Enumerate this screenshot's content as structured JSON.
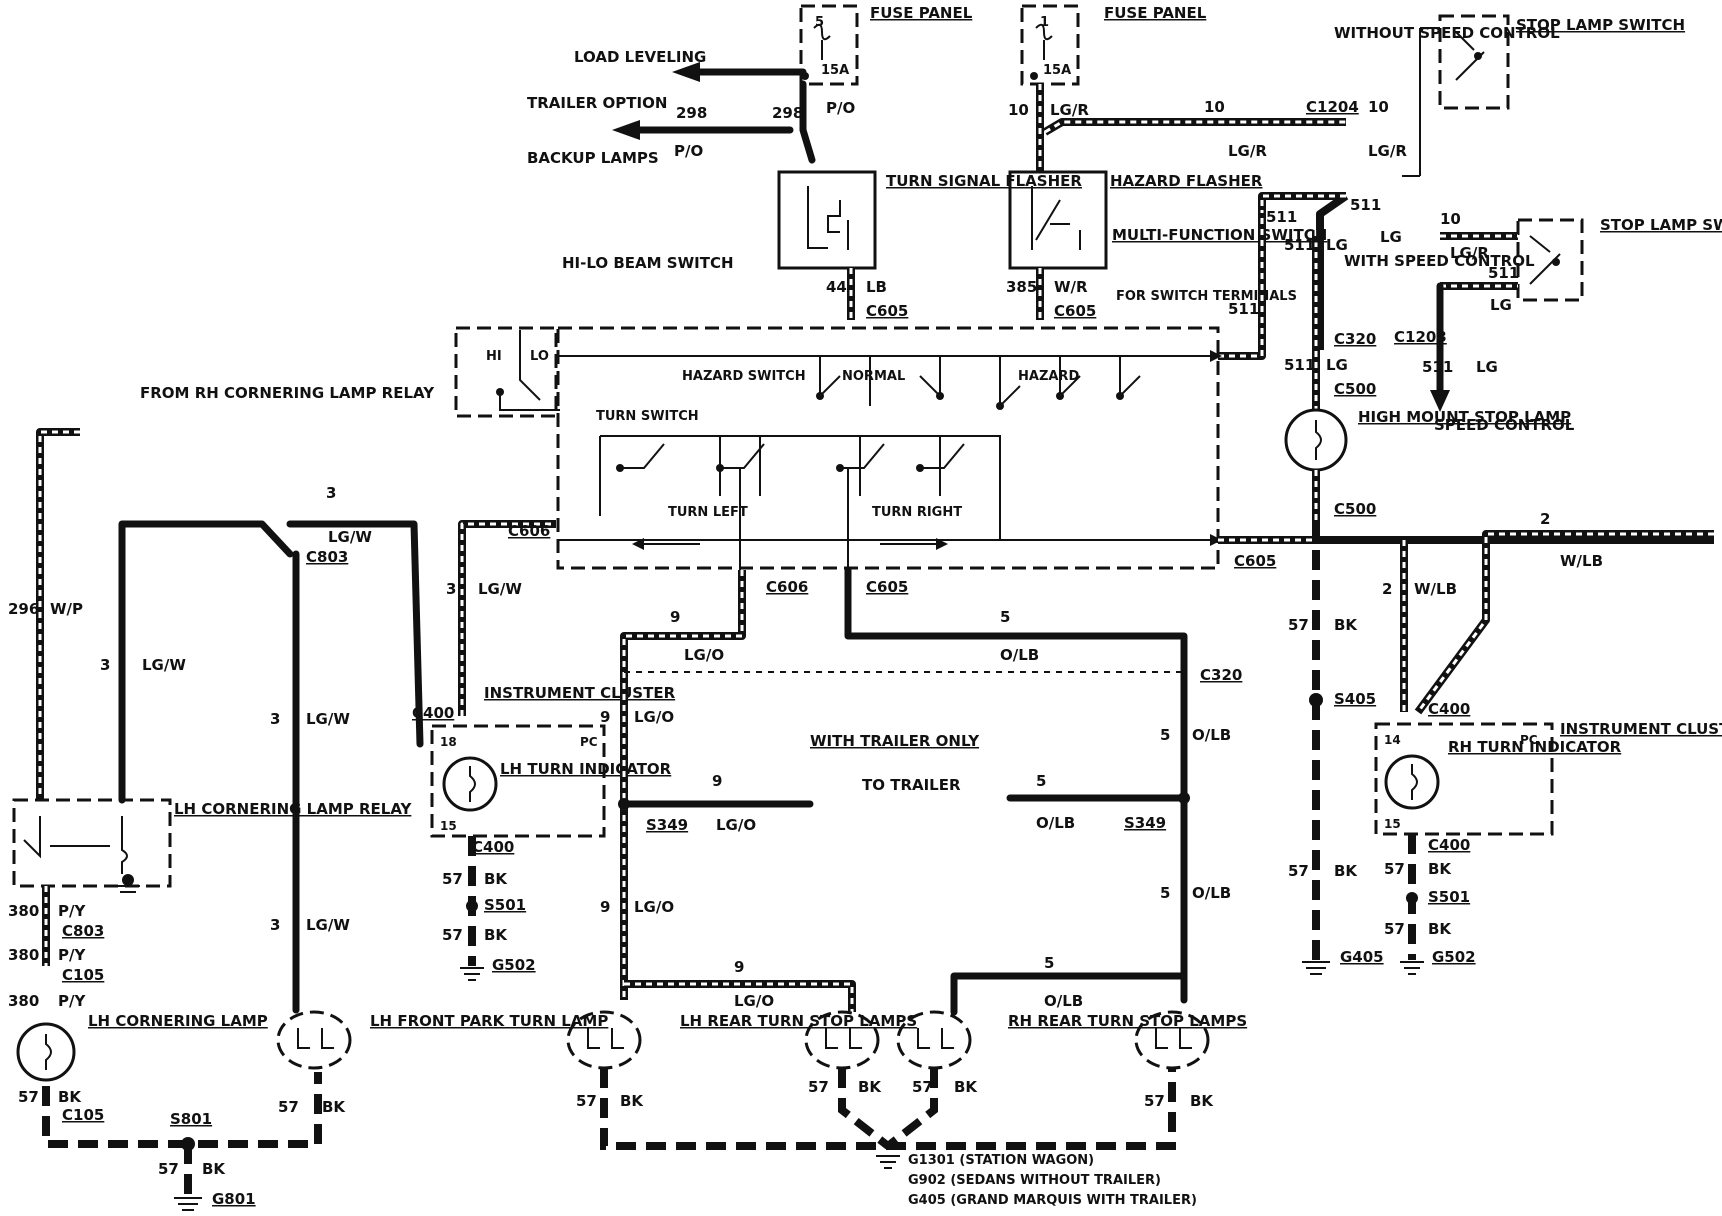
{
  "components": {
    "fuse_panel_1": {
      "label": "FUSE PANEL",
      "fuse": "5",
      "rating": "15A"
    },
    "fuse_panel_2": {
      "label": "FUSE PANEL",
      "fuse": "1",
      "rating": "15A"
    },
    "load_leveling": "LOAD LEVELING",
    "trailer_option": "TRAILER OPTION",
    "backup_lamps": "BACKUP LAMPS",
    "turn_signal_flasher": "TURN SIGNAL FLASHER",
    "hazard_flasher": "HAZARD FLASHER",
    "multi_function_switch": "MULTI-FUNCTION SWITCH",
    "for_switch_terminals": "FOR SWITCH TERMINALS",
    "hi_lo_beam_switch": "HI-LO BEAM SWITCH",
    "hi": "HI",
    "lo": "LO",
    "hazard_switch": "HAZARD SWITCH",
    "normal": "NORMAL",
    "hazard": "HAZARD",
    "turn_switch": "TURN SWITCH",
    "turn_left": "TURN LEFT",
    "turn_right": "TURN RIGHT",
    "without_speed_control": "WITHOUT SPEED CONTROL",
    "with_speed_control": "WITH SPEED CONTROL",
    "stop_lamp_switch_1": "STOP LAMP SWITCH",
    "stop_lamp_switch_2": "STOP LAMP SWITCH",
    "speed_control": "SPEED CONTROL",
    "high_mount_stop_lamp": "HIGH MOUNT STOP LAMP",
    "from_rh_cornering": "FROM RH CORNERING LAMP RELAY",
    "lh_cornering_lamp_relay": "LH CORNERING LAMP RELAY",
    "lh_cornering_lamp": "LH CORNERING LAMP",
    "lh_front_park_turn_lamp": "LH FRONT PARK TURN LAMP",
    "instrument_cluster_lh": "INSTRUMENT CLUSTER",
    "lh_turn_indicator": "LH TURN INDICATOR",
    "instrument_cluster_rh": "INSTRUMENT CLUSTER",
    "rh_turn_indicator": "RH TURN INDICATOR",
    "pc_lh": "PC",
    "pc_rh": "PC",
    "pin_18": "18",
    "pin_15_lh": "15",
    "pin_14": "14",
    "pin_15_rh": "15",
    "with_trailer_only": "WITH TRAILER ONLY",
    "to_trailer": "TO TRAILER",
    "lh_rear_turn_stop_lamps": "LH REAR TURN STOP LAMPS",
    "rh_rear_turn_stop_lamps": "RH REAR TURN STOP LAMPS"
  },
  "connectors": {
    "c605_a": "C605",
    "c605_b": "C605",
    "c605_c": "C605",
    "c605_d": "C605",
    "c606_a": "C606",
    "c606_b": "C606",
    "c803_a": "C803",
    "c803_b": "C803",
    "c400_lh_top": "C400",
    "c400_lh_bot": "C400",
    "c400_rh_top": "C400",
    "c400_rh_bot": "C400",
    "c320_a": "C320",
    "c320_b": "C320",
    "c500_a": "C500",
    "c500_b": "C500",
    "c1204": "C1204",
    "c1203": "C1203",
    "c105_a": "C105",
    "c105_b": "C105",
    "s349_a": "S349",
    "s349_b": "S349",
    "s405": "S405",
    "s501_a": "S501",
    "s501_b": "S501",
    "s801": "S801",
    "g502_a": "G502",
    "g502_b": "G502",
    "g405": "G405",
    "g801": "G801"
  },
  "grounds": {
    "g1301": "G1301 (STATION WAGON)",
    "g902": "G902 (SEDANS WITHOUT TRAILER)",
    "g405": "G405 (GRAND MARQUIS WITH TRAILER)"
  },
  "wires": {
    "n298": "298",
    "p_o": "P/O",
    "n10": "10",
    "lg_r": "LG/R",
    "n44": "44",
    "lb": "LB",
    "n385": "385",
    "w_r": "W/R",
    "n511": "511",
    "lg": "LG",
    "n3": "3",
    "lg_w": "LG/W",
    "n296": "296",
    "w_p": "W/P",
    "n9": "9",
    "lg_o": "LG/O",
    "n5": "5",
    "o_lb": "O/LB",
    "n2": "2",
    "w_lb": "W/LB",
    "n57": "57",
    "bk": "BK",
    "n380": "380",
    "p_y": "P/Y"
  }
}
